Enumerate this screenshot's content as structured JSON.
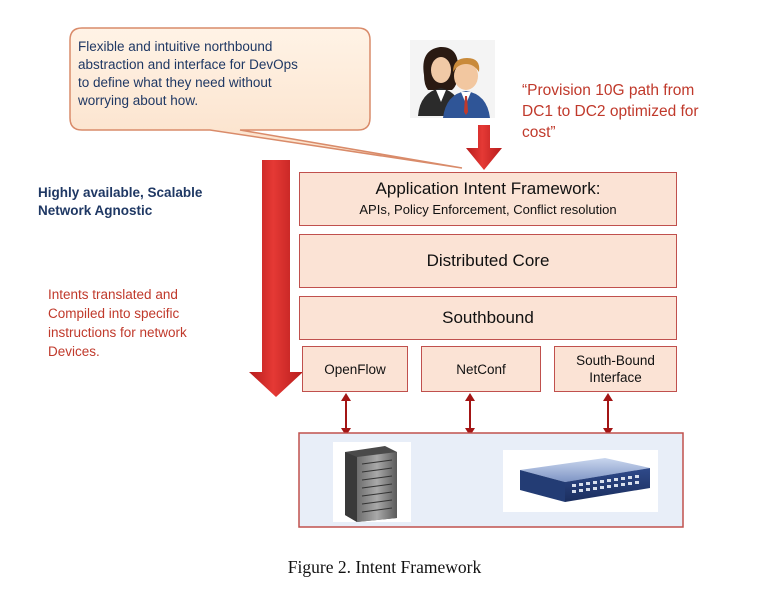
{
  "callout": {
    "line1": "Flexible and intuitive northbound",
    "line2": "abstraction and interface for DevOps",
    "line3": "to define what they need without",
    "line4": "worrying about how."
  },
  "quote": {
    "line1": "“Provision 10G path from",
    "line2": "DC1 to DC2 optimized for",
    "line3": "cost”"
  },
  "left_notes": {
    "highly_available_line1": "Highly available, Scalable",
    "highly_available_line2": "Network Agnostic",
    "intents_line1": "Intents translated and",
    "intents_line2": "Compiled into  specific",
    "intents_line3": "instructions for network",
    "intents_line4": "Devices."
  },
  "layers": {
    "application_title": "Application Intent Framework:",
    "application_sub": "APIs, Policy Enforcement, Conflict resolution",
    "core": "Distributed Core",
    "southbound": "Southbound"
  },
  "southbound_plugins": {
    "openflow": "OpenFlow",
    "netconf": "NetConf",
    "sbi_line1": "South-Bound",
    "sbi_line2": "Interface"
  },
  "caption": "Figure 2. Intent Framework",
  "colors": {
    "accent_red": "#c0392b",
    "box_fill": "#fbe3d5",
    "box_border": "#c0504d",
    "note_blue": "#1f3864",
    "device_area_fill": "#e8eef8"
  }
}
